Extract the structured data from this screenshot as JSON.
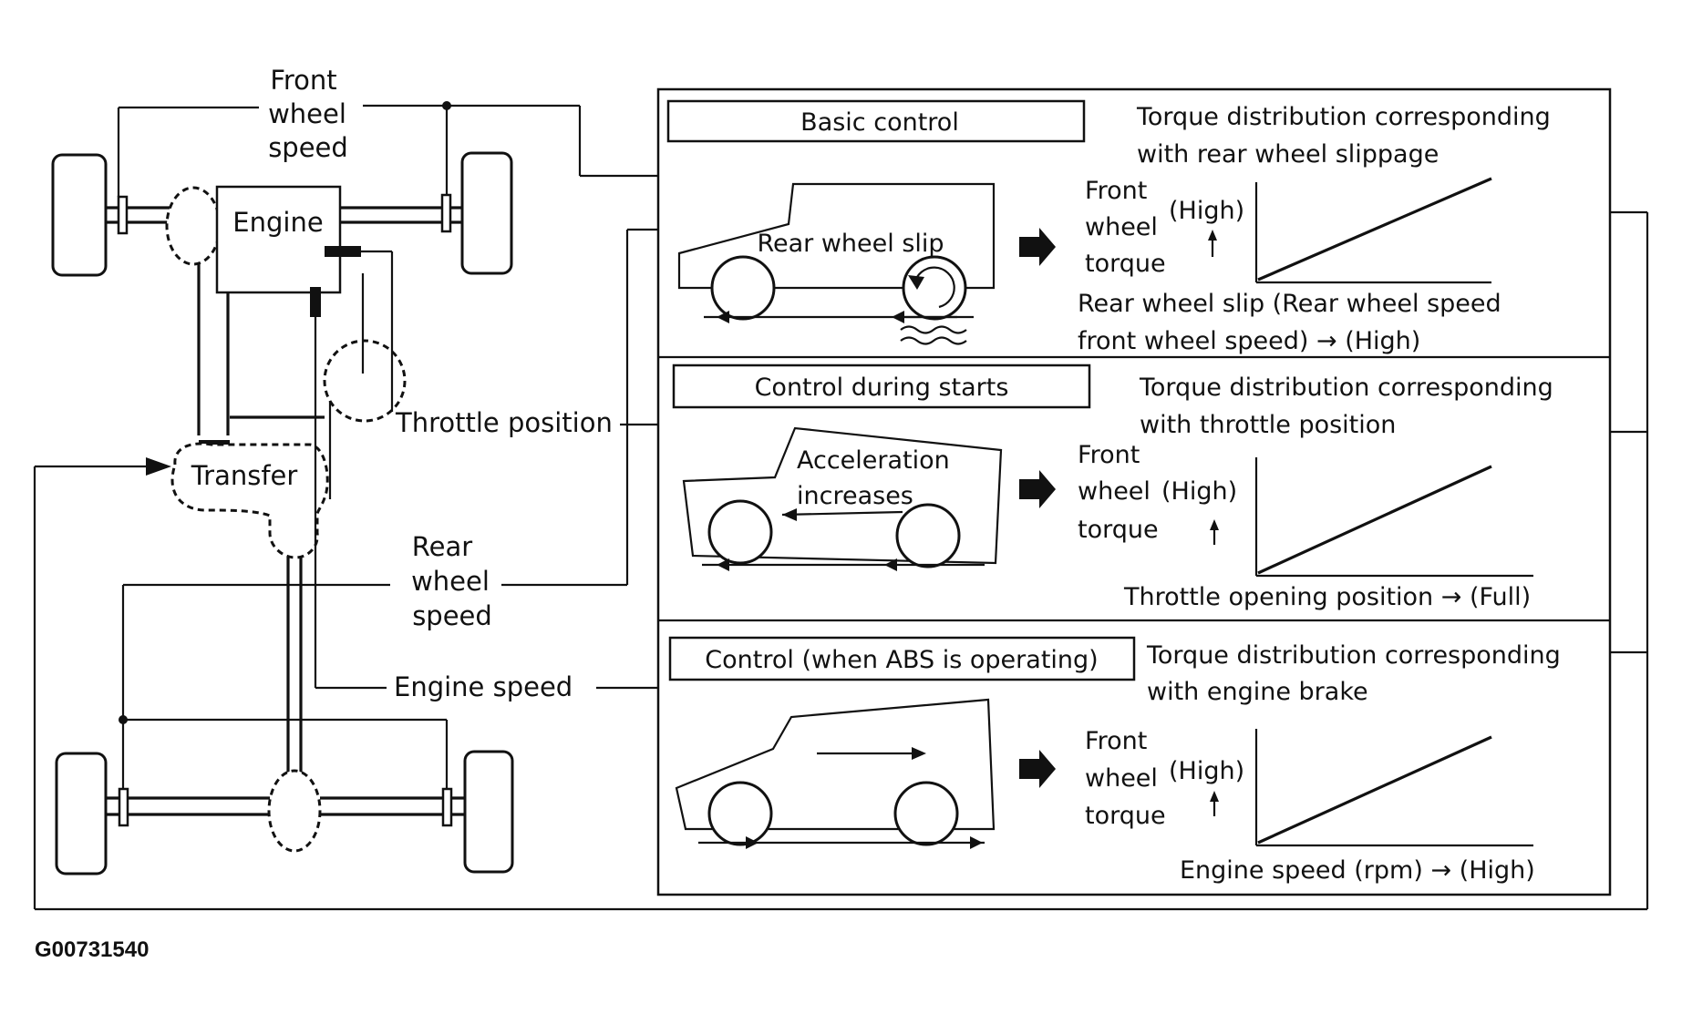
{
  "labels": {
    "front_wheel_speed": [
      "Front",
      "wheel",
      "speed"
    ],
    "engine": "Engine",
    "transfer": "Transfer",
    "throttle_position": "Throttle position",
    "rear_wheel_speed": [
      "Rear",
      "wheel",
      "speed"
    ],
    "engine_speed": "Engine speed",
    "figure_code": "G00731540"
  },
  "panels": [
    {
      "title": "Basic control",
      "description": [
        "Torque distribution corresponding",
        "with rear wheel slippage"
      ],
      "car_label": [
        "Rear wheel slip"
      ],
      "y_axis": [
        "Front",
        "wheel",
        "torque"
      ],
      "y_high": "(High)",
      "x_axis": [
        "Rear wheel slip (Rear wheel speed",
        "front wheel speed) → (High)"
      ]
    },
    {
      "title": "Control during starts",
      "description": [
        "Torque distribution corresponding",
        "with throttle position"
      ],
      "car_label": [
        "Acceleration",
        "increases"
      ],
      "y_axis": [
        "Front",
        "wheel",
        "torque"
      ],
      "y_high": "(High)",
      "x_axis": [
        "Throttle opening position → (Full)"
      ]
    },
    {
      "title": "Control (when ABS is operating)",
      "description": [
        "Torque distribution corresponding",
        "with engine brake"
      ],
      "car_label": [],
      "y_axis": [
        "Front",
        "wheel",
        "torque"
      ],
      "y_high": "(High)",
      "x_axis": [
        "Engine speed (rpm) → (High)"
      ]
    }
  ]
}
